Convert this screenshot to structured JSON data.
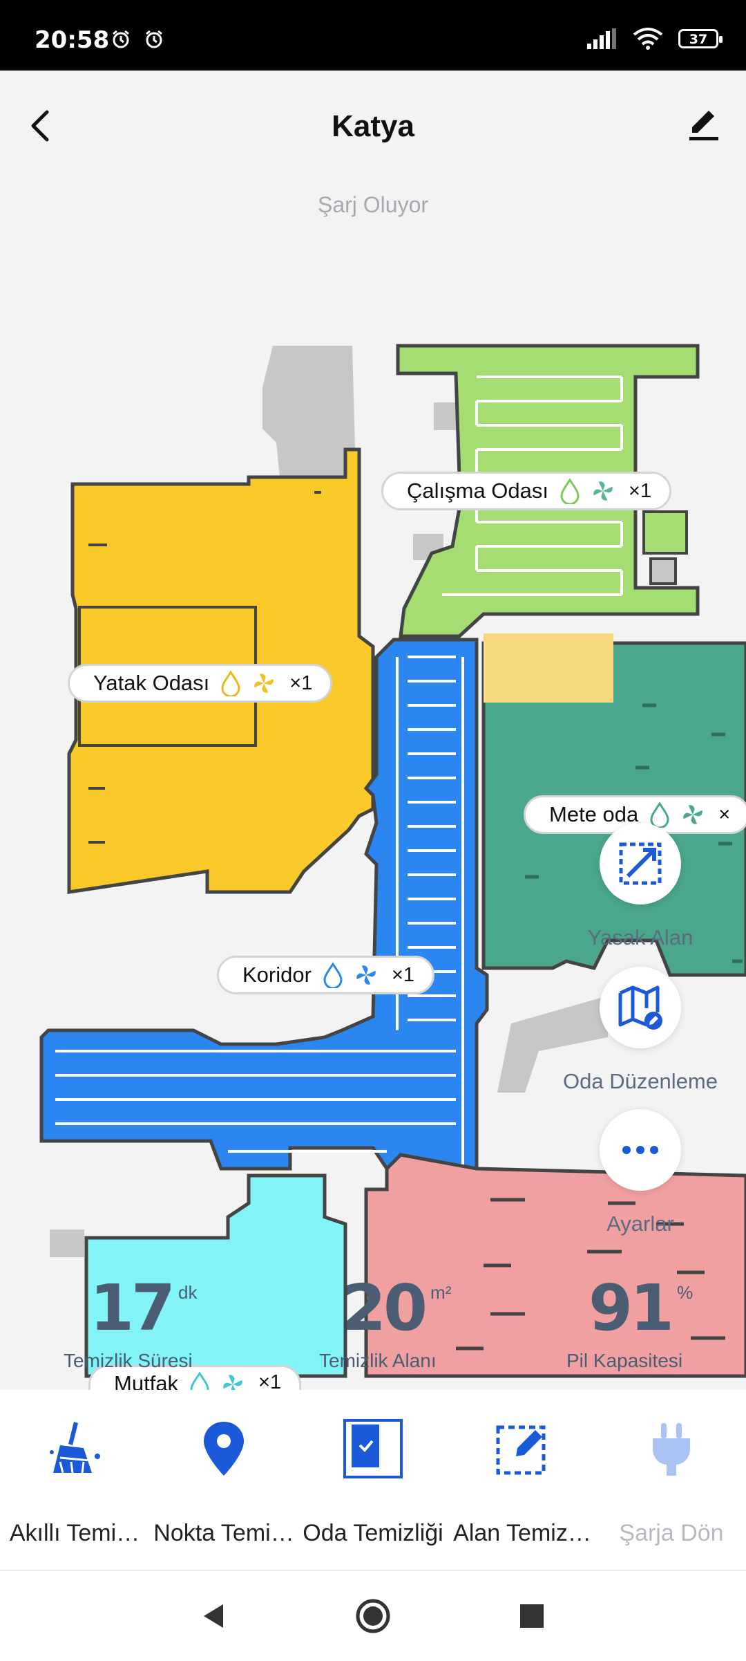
{
  "status_bar": {
    "time": "20:58",
    "battery": "37"
  },
  "header": {
    "title": "Katya",
    "status": "Şarj Oluyor"
  },
  "rooms": [
    {
      "name": "Çalışma Odası",
      "count": "×1"
    },
    {
      "name": "Yatak Odası",
      "count": "×1"
    },
    {
      "name": "Mete oda",
      "count": "×"
    },
    {
      "name": "Koridor",
      "count": "×1"
    },
    {
      "name": "Mutfak",
      "count": "×1"
    }
  ],
  "side_actions": {
    "no_go": "Yasak Alan",
    "room_edit": "Oda Düzenleme",
    "settings": "Ayarlar"
  },
  "stats": {
    "time": {
      "value": "17",
      "unit": "dk",
      "label": "Temizlik Süresi"
    },
    "area": {
      "value": "20",
      "unit": "m²",
      "label": "Temizlik Alanı"
    },
    "battery": {
      "value": "91",
      "unit": "%",
      "label": "Pil Kapasitesi"
    }
  },
  "toolbar": [
    {
      "label": "Akıllı Temi…"
    },
    {
      "label": "Nokta Temi…"
    },
    {
      "label": "Oda Temizliği"
    },
    {
      "label": "Alan Temiz…"
    },
    {
      "label": "Şarja Dön"
    }
  ],
  "colors": {
    "bedroom": "#f9c92a",
    "study": "#a6dd73",
    "corridor": "#2b86f0",
    "mete_room": "#4aa68c",
    "kitchen": "#82f3f7",
    "pink_room": "#f0a0a0",
    "accent": "#1a5ad8"
  }
}
